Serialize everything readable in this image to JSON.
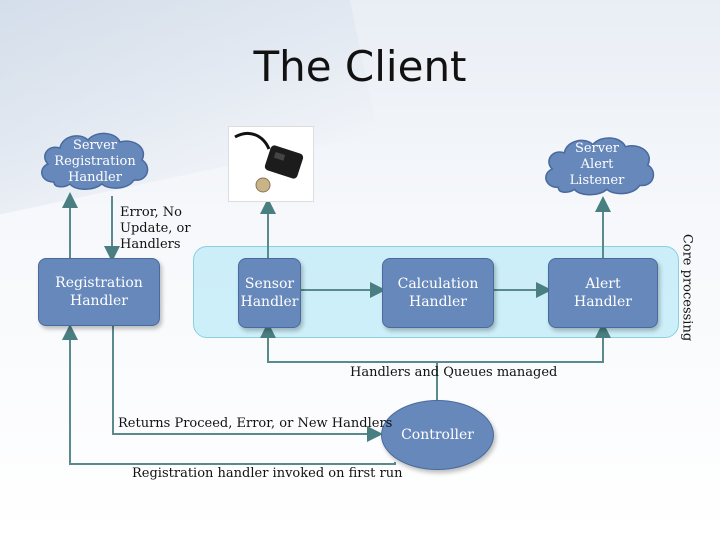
{
  "title": "The Client",
  "clouds": {
    "server_registration": "Server\nRegistration\nHandler",
    "server_alert": "Server\nAlert\nListener"
  },
  "nodes": {
    "registration": "Registration\nHandler",
    "sensor": "Sensor\nHandler",
    "calculation": "Calculation\nHandler",
    "alert": "Alert\nHandler",
    "controller": "Controller"
  },
  "labels": {
    "error_no_update": "Error, No\nUpdate, or\nHandlers",
    "handlers_queues": "Handlers and Queues managed",
    "returns": "Returns Proceed, Error, or New Handlers",
    "invoked": "Registration handler invoked on first run",
    "core_processing": "Core processing"
  },
  "colors": {
    "node_fill": "#6688bb",
    "panel": "#aae6f5",
    "wire": "#5b8a8c"
  },
  "image": {
    "subject": "sensor device with coin"
  }
}
